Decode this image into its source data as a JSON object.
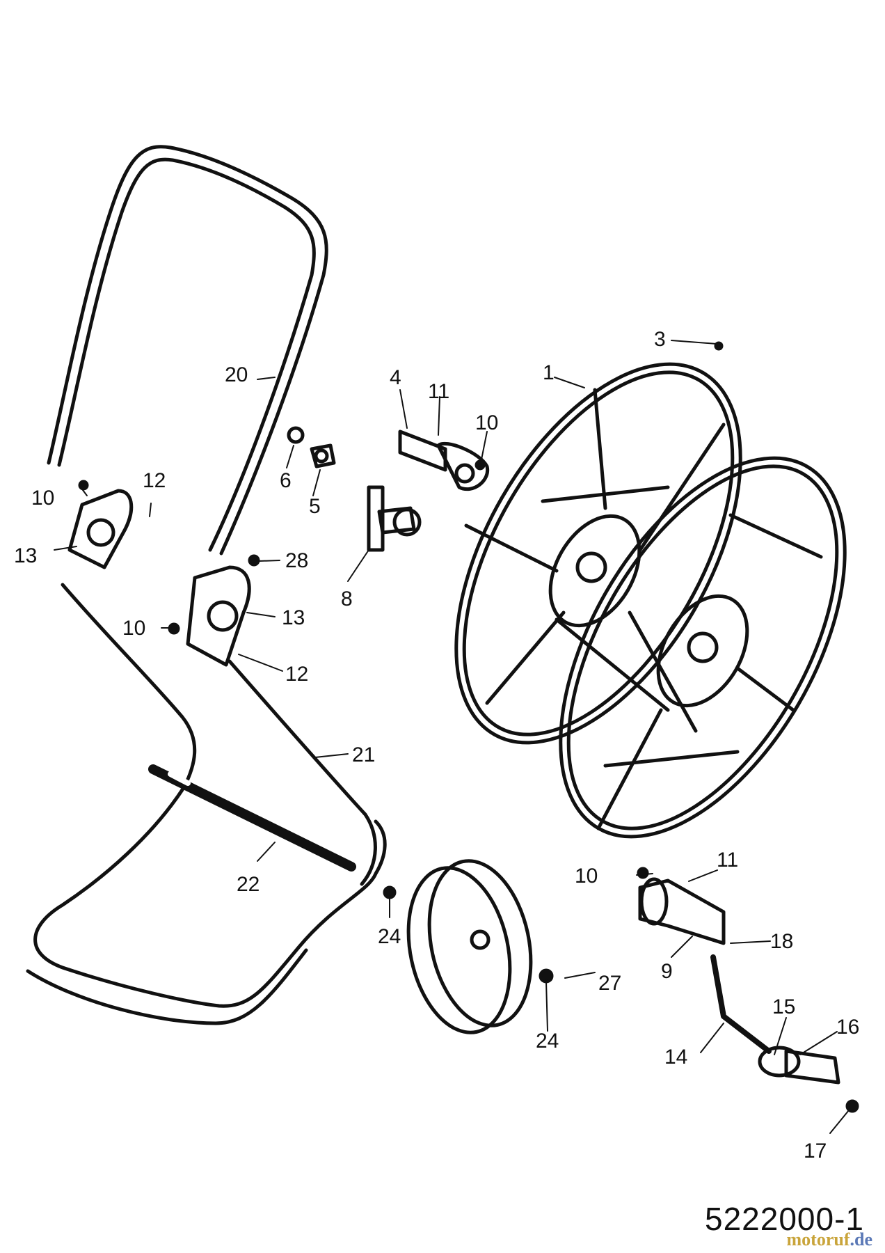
{
  "diagram": {
    "part_number": "5222000-1",
    "watermark": "motoruf",
    "watermark_suffix": ".de",
    "callouts": {
      "c1": "1",
      "c3": "3",
      "c4": "4",
      "c5": "5",
      "c6": "6",
      "c8": "8",
      "c9": "9",
      "c10a": "10",
      "c10b": "10",
      "c10c": "10",
      "c10d": "10",
      "c11a": "11",
      "c11b": "11",
      "c12a": "12",
      "c12b": "12",
      "c13a": "13",
      "c13b": "13",
      "c14": "14",
      "c15": "15",
      "c16": "16",
      "c17": "17",
      "c18": "18",
      "c20": "20",
      "c21": "21",
      "c22": "22",
      "c24a": "24",
      "c24b": "24",
      "c27": "27",
      "c28": "28"
    }
  },
  "colors": {
    "line": "#111111",
    "watermark": "#c9a43a",
    "watermark_accent": "#5a78b6"
  }
}
